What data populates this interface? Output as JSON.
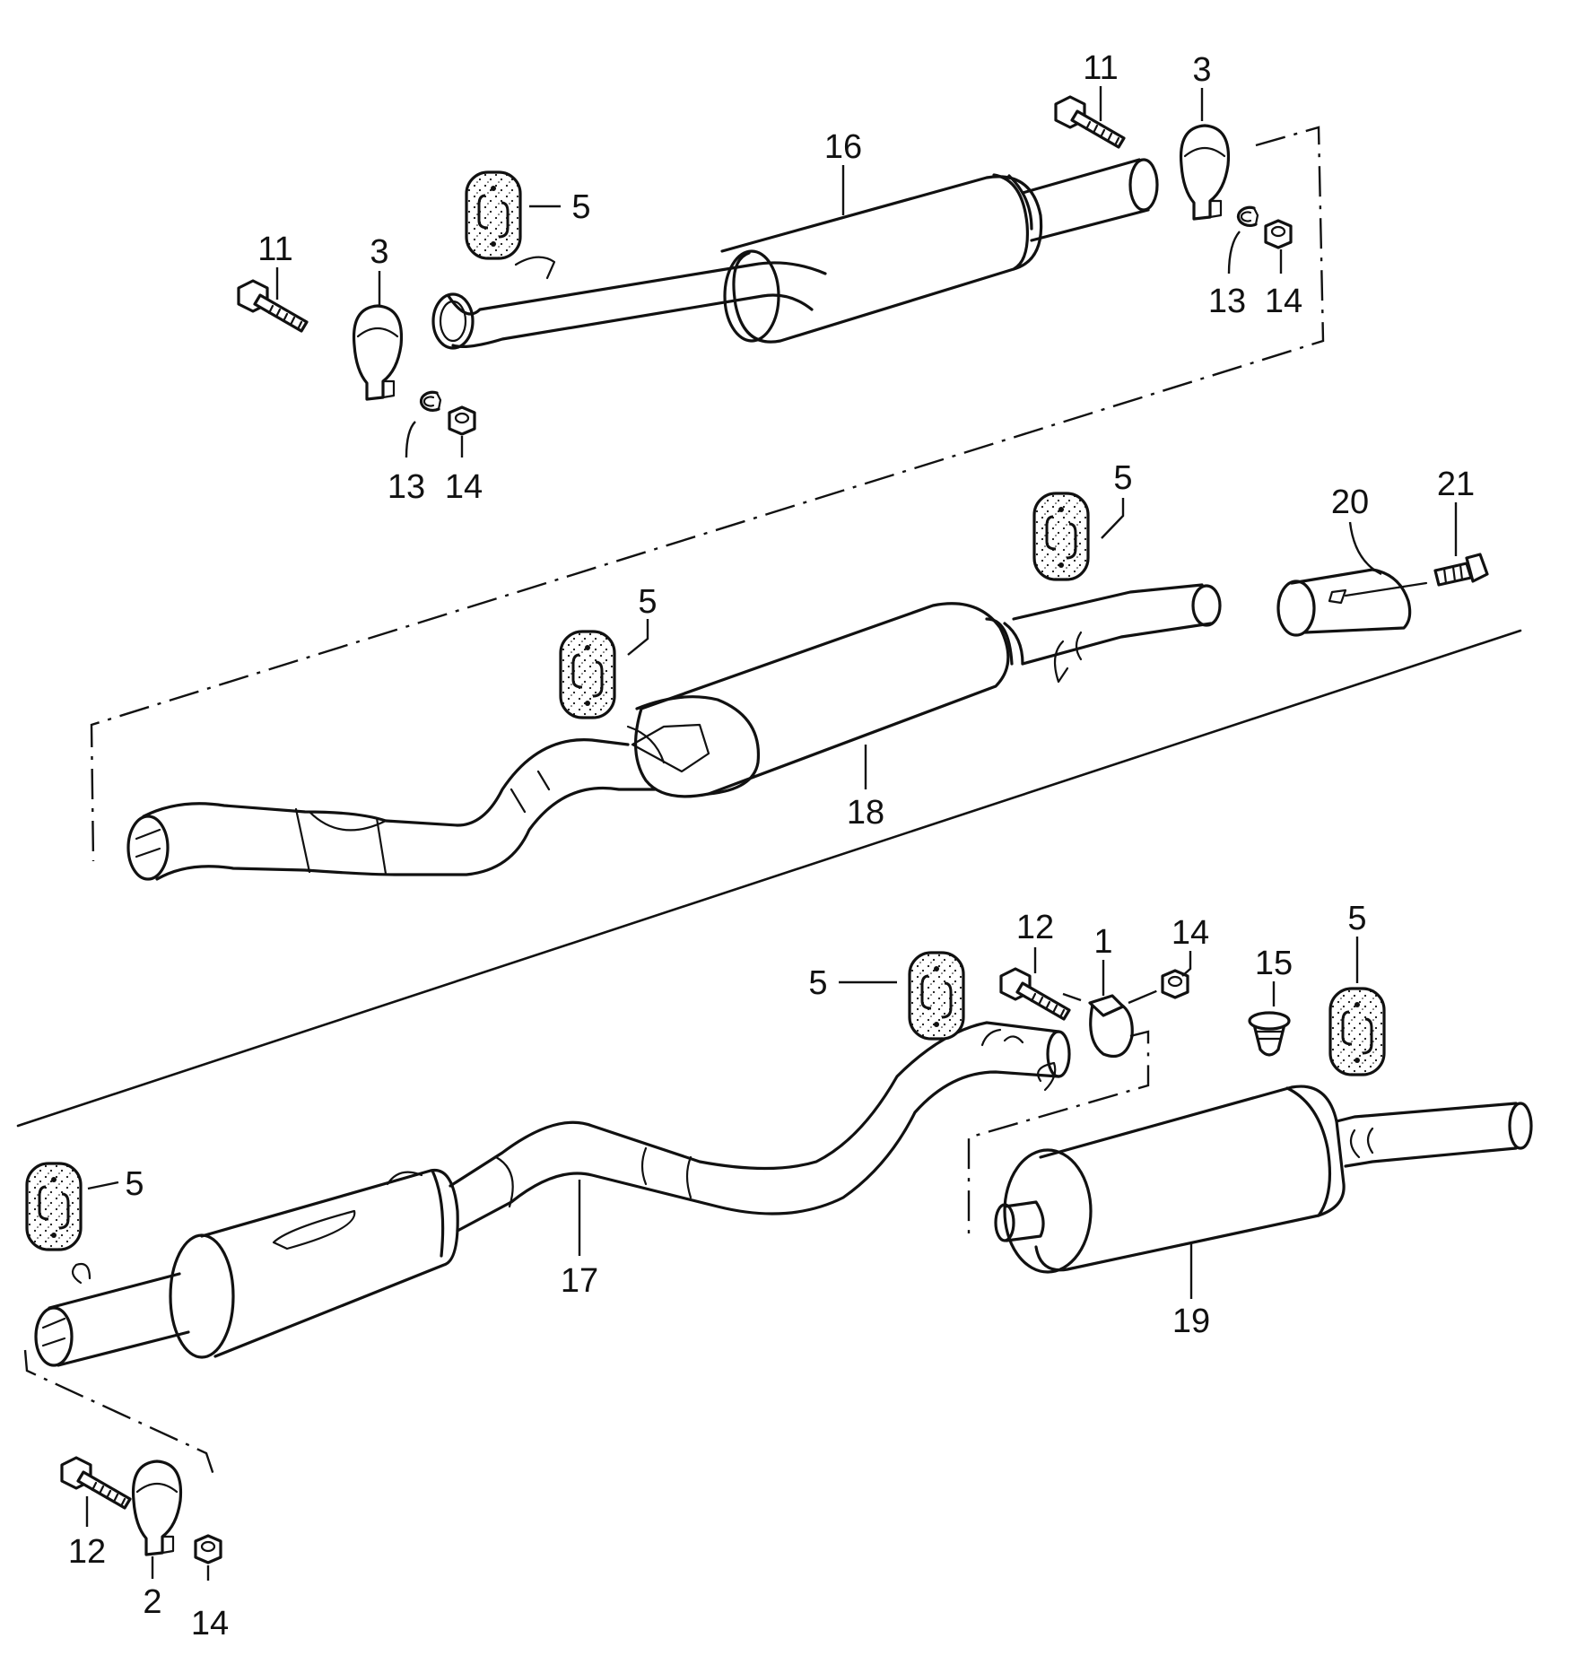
{
  "labels": {
    "l11a": "11",
    "l3a": "3",
    "l16": "16",
    "l5a": "5",
    "l11b": "11",
    "l3b": "3",
    "l13a": "13",
    "l14a": "14",
    "l13b": "13",
    "l14b": "14",
    "l5b": "5",
    "l20": "20",
    "l21": "21",
    "l5c": "5",
    "l18": "18",
    "l12a": "12",
    "l1": "1",
    "l14c": "14",
    "l15": "15",
    "l5d": "5",
    "l5e": "5",
    "l5f": "5",
    "l17": "17",
    "l19": "19",
    "l12b": "12",
    "l2": "2",
    "l14d": "14"
  }
}
